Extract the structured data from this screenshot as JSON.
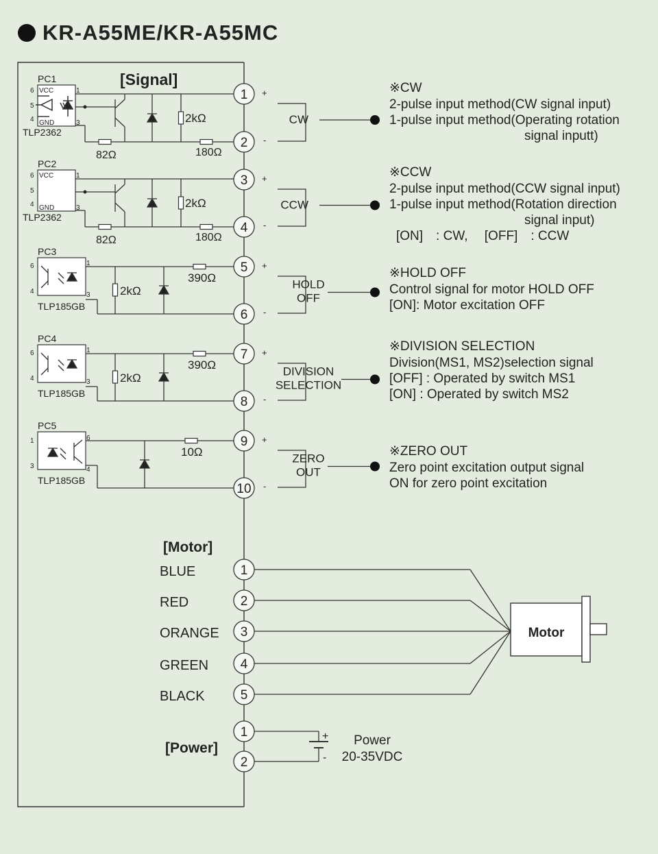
{
  "title": "KR-A55ME/KR-A55MC",
  "signal_header": "[Signal]",
  "motor_header": "[Motor]",
  "power_header": "[Power]",
  "optocouplers": [
    {
      "ref": "PC1",
      "model": "TLP2362",
      "pins": {
        "vcc": "VCC",
        "gnd": "GND",
        "p6": "6",
        "p5": "5",
        "p4": "4",
        "p1": "1",
        "p3": "3"
      },
      "resistor_a": "2kΩ",
      "resistor_b": "82Ω",
      "resistor_c": "180Ω"
    },
    {
      "ref": "PC2",
      "model": "TLP2362",
      "pins": {
        "vcc": "VCC",
        "gnd": "GND",
        "p6": "6",
        "p5": "5",
        "p4": "4",
        "p1": "1",
        "p3": "3"
      },
      "resistor_a": "2kΩ",
      "resistor_b": "82Ω",
      "resistor_c": "180Ω"
    },
    {
      "ref": "PC3",
      "model": "TLP185GB",
      "pins": {
        "a": "6",
        "b": "4",
        "c": "1",
        "d": "3"
      },
      "resistor_a": "2kΩ",
      "resistor_c": "390Ω"
    },
    {
      "ref": "PC4",
      "model": "TLP185GB",
      "pins": {
        "a": "6",
        "b": "4",
        "c": "1",
        "d": "3"
      },
      "resistor_a": "2kΩ",
      "resistor_c": "390Ω"
    },
    {
      "ref": "PC5",
      "model": "TLP185GB",
      "pins": {
        "a": "1",
        "b": "3",
        "c": "6",
        "d": "4"
      },
      "resistor_c": "10Ω"
    }
  ],
  "signal_pins": [
    "1",
    "2",
    "3",
    "4",
    "5",
    "6",
    "7",
    "8",
    "9",
    "10"
  ],
  "plus": "+",
  "minus": "-",
  "signals": [
    {
      "label": "CW",
      "heading": "※CW",
      "lines": [
        "2-pulse input method(CW signal input)",
        "1-pulse input method(Operating rotation",
        "signal inputt)"
      ]
    },
    {
      "label": "CCW",
      "heading": "※CCW",
      "lines": [
        "2-pulse input method(CCW signal input)",
        "1-pulse input method(Rotation direction",
        "signal input)",
        "[ON]　: CW,　 [OFF]　: CCW"
      ]
    },
    {
      "label": "HOLD\nOFF",
      "label_lines": [
        "HOLD",
        "OFF"
      ],
      "heading": "※HOLD OFF",
      "lines": [
        "Control signal for motor HOLD OFF",
        "[ON]: Motor excitation OFF"
      ]
    },
    {
      "label_lines": [
        "DIVISION",
        "SELECTION"
      ],
      "heading": "※DIVISION SELECTION",
      "lines": [
        "Division(MS1, MS2)selection signal",
        "[OFF] : Operated by switch MS1",
        "[ON] : Operated by switch MS2"
      ]
    },
    {
      "label_lines": [
        "ZERO",
        "OUT"
      ],
      "heading": "※ZERO OUT",
      "lines": [
        "Zero point excitation output signal",
        "ON for zero point excitation"
      ]
    }
  ],
  "motor_wires": [
    {
      "pin": "1",
      "color_name": "BLUE",
      "color": "#3a63b8"
    },
    {
      "pin": "2",
      "color_name": "RED",
      "color": "#c8202f"
    },
    {
      "pin": "3",
      "color_name": "ORANGE",
      "color": "#e07b1c"
    },
    {
      "pin": "4",
      "color_name": "GREEN",
      "color": "#3f9640"
    },
    {
      "pin": "5",
      "color_name": "BLACK",
      "color": "#222222"
    }
  ],
  "motor_label": "Motor",
  "power_pins": [
    "1",
    "2"
  ],
  "power_label": "Power",
  "power_range": "20-35VDC"
}
